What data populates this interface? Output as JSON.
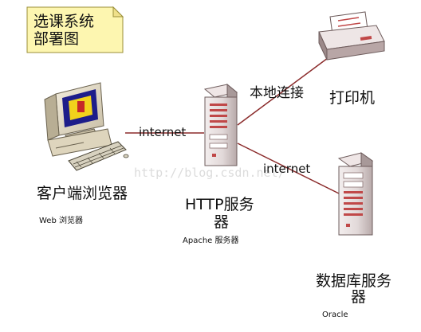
{
  "diagram": {
    "note": {
      "line1": "选课系统",
      "line2": "部署图"
    },
    "nodes": {
      "client": {
        "label": "客户端浏览器",
        "sublabel": "Web 浏览器"
      },
      "http": {
        "label_line1": "HTTP服务",
        "label_line2": "器",
        "sublabel": "Apache 服务器"
      },
      "printer": {
        "label": "打印机"
      },
      "db": {
        "label_line1": "数据库服务",
        "label_line2": "器",
        "sublabel": "Oracle"
      }
    },
    "links": {
      "client_http": "internet",
      "http_printer": "本地连接",
      "http_db": "internet"
    },
    "watermark": "http://blog.csdn.net/"
  }
}
